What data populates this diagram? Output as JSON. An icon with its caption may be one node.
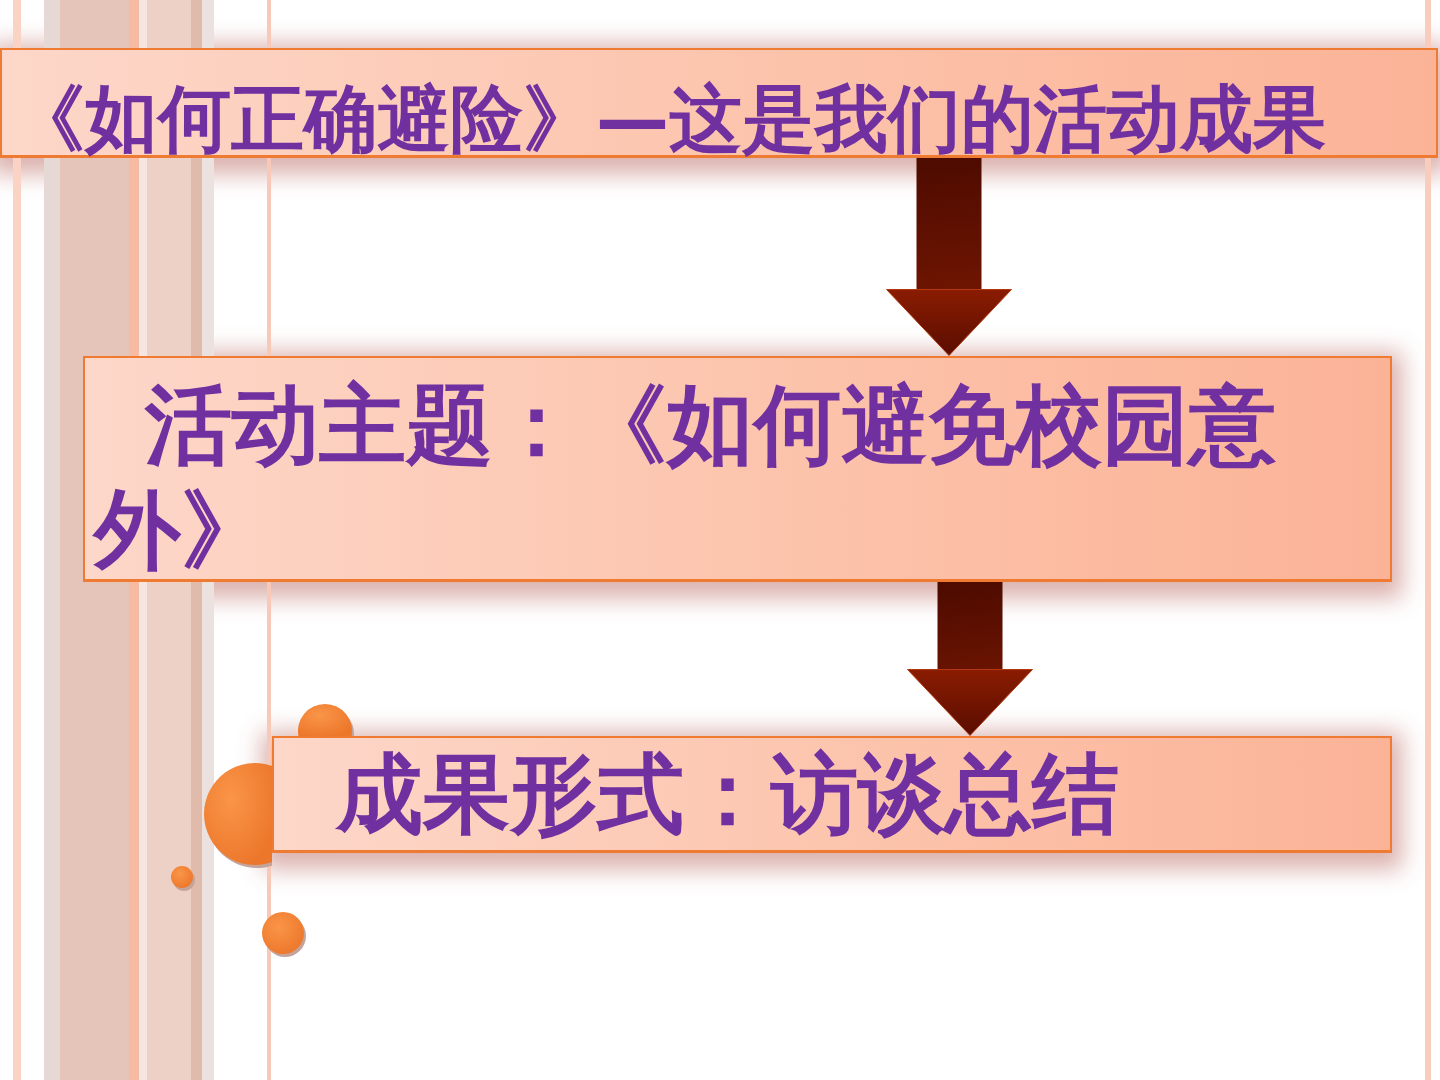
{
  "diagram": {
    "nodes": [
      {
        "text": [
          "《如何正确避险》—这是我们的活动成果"
        ]
      },
      {
        "text": [
          "活动主题：《如何避免校园意外》"
        ]
      },
      {
        "text": [
          "成果形式：访谈总结"
        ]
      }
    ],
    "edges": [
      {
        "from": 0,
        "to": 1,
        "arrow": "to"
      },
      {
        "from": 1,
        "to": 2,
        "arrow": "to"
      }
    ]
  }
}
